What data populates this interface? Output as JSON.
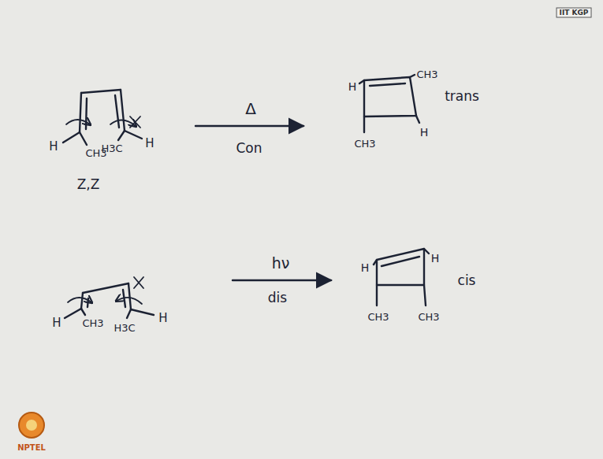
{
  "diagram": {
    "labels": [
      "IIT KGP",
      "H",
      "CH3",
      "H3C",
      "H",
      "Z,Z",
      "Δ",
      "Con",
      "H",
      "CH3",
      "CH3",
      "H",
      "trans",
      "H",
      "CH3",
      "H3C",
      "H",
      "hν",
      "dis",
      "H",
      "H",
      "CH3",
      "CH3",
      "cis",
      "NPTEL"
    ]
  }
}
